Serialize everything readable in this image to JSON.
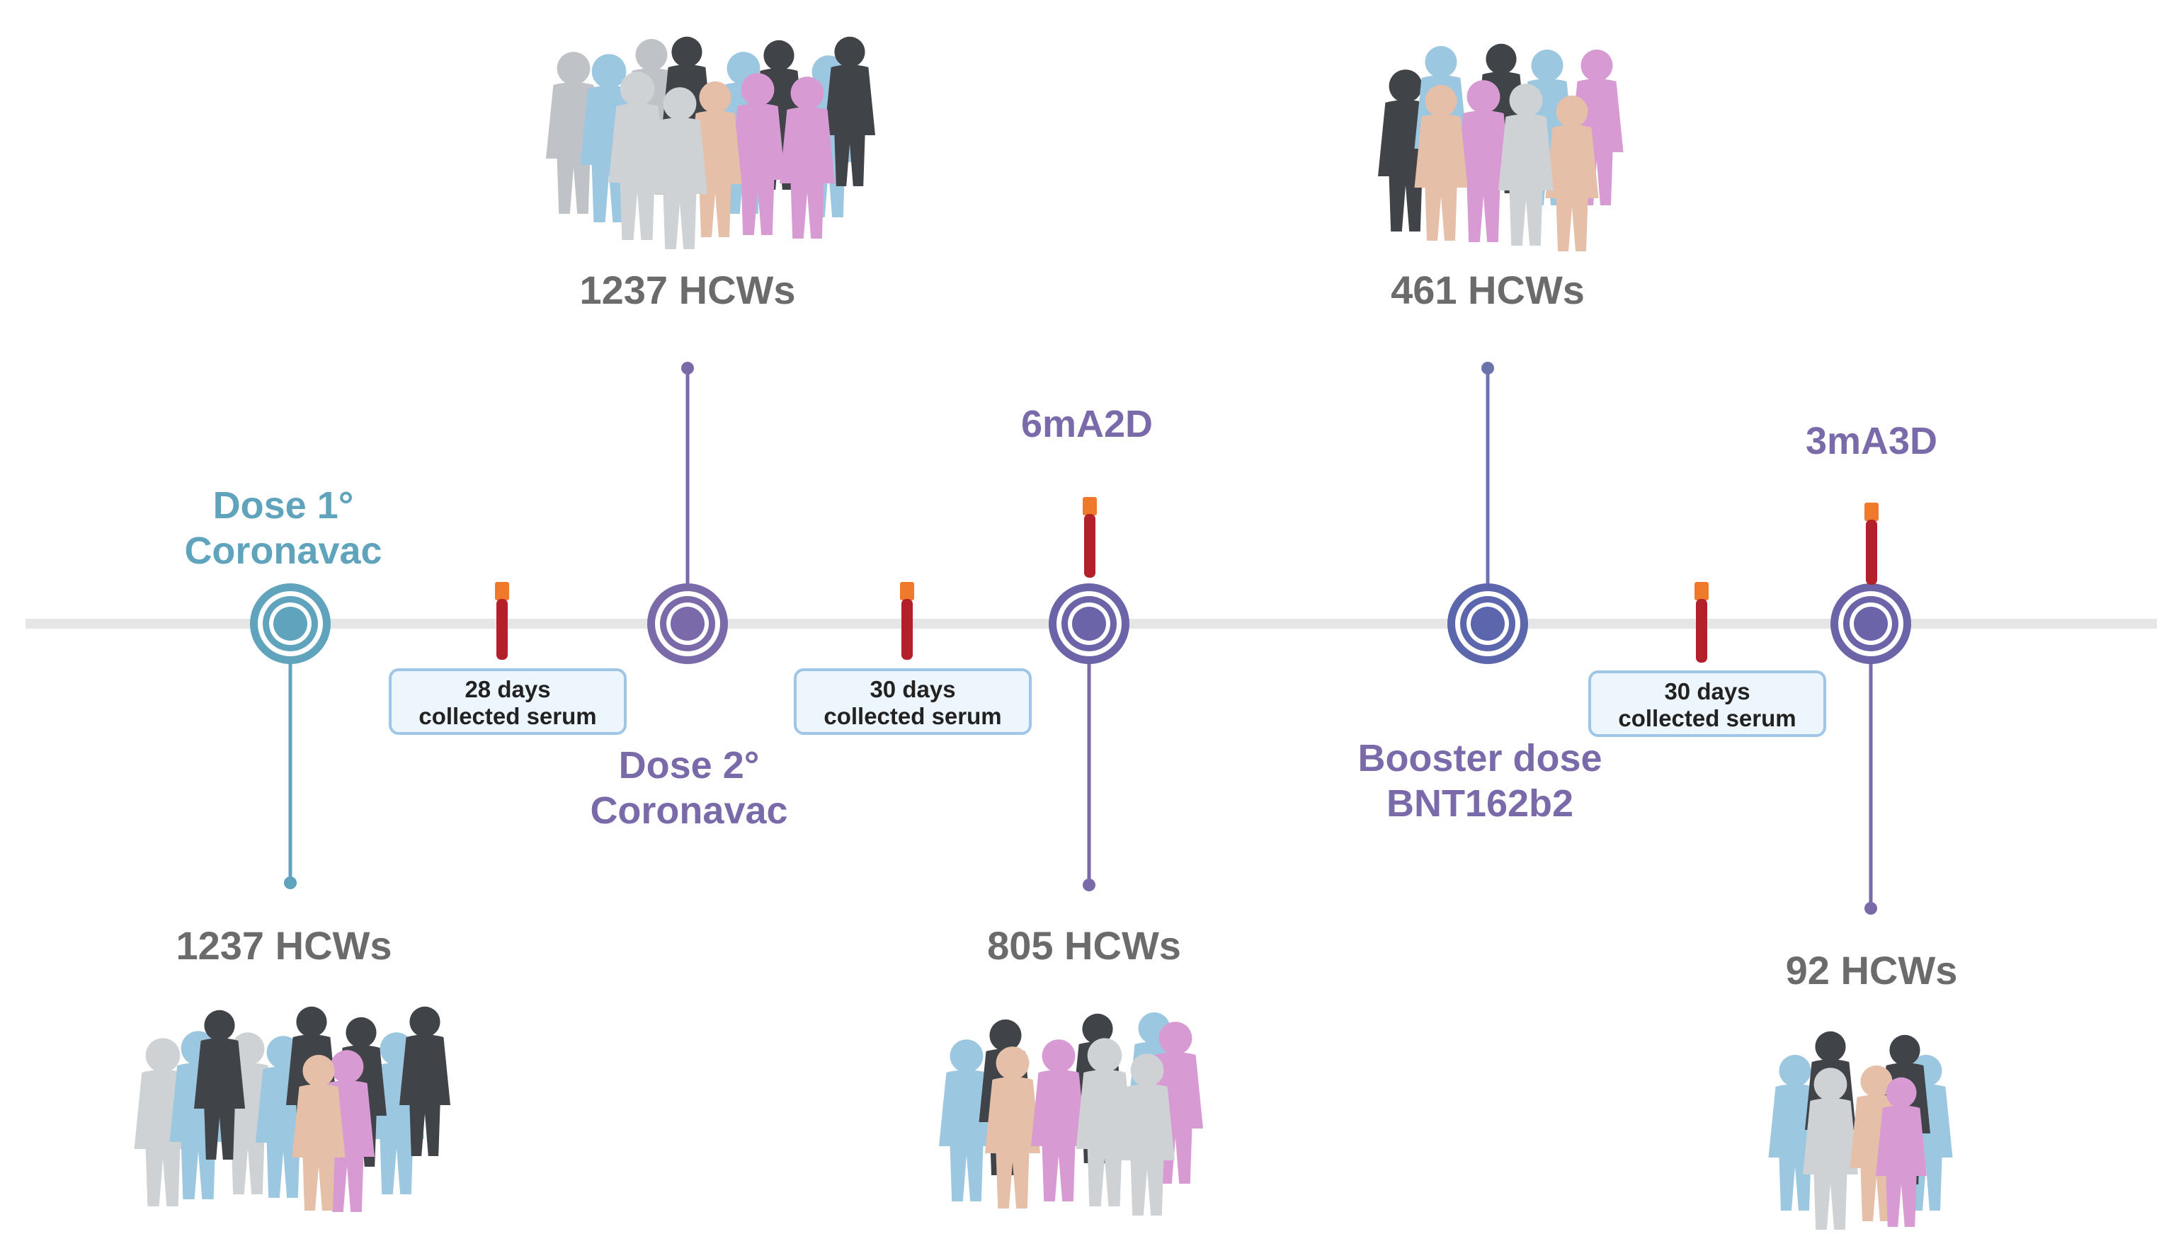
{
  "colors": {
    "teal": "#5fa3bd",
    "purple": "#7b6aa9",
    "grey_text": "#6b6b6b",
    "timeline": "#e6e6e6",
    "tube_red": "#b4202a",
    "tube_cap": "#f07a2c",
    "box_border": "#9fc6e6",
    "box_fill": "#eef6fd"
  },
  "events": [
    {
      "id": "dose1",
      "label_line1": "Dose 1°",
      "label_line2": "Coronavac",
      "hcw": "1237 HCWs",
      "color": "teal",
      "icon": "healthcare-workers-group-icon"
    },
    {
      "id": "dose2",
      "label_line1": "Dose 2°",
      "label_line2": "Coronavac",
      "hcw": "1237 HCWs",
      "color": "purple",
      "icon": "healthcare-workers-group-icon"
    },
    {
      "id": "6mA2D",
      "label": "6mA2D",
      "hcw": "805 HCWs",
      "color": "purple",
      "icon": "blood-tube-icon"
    },
    {
      "id": "booster",
      "label_line1": "Booster dose",
      "label_line2": "BNT162b2",
      "hcw": "461 HCWs",
      "color": "purple",
      "icon": "healthcare-workers-group-icon"
    },
    {
      "id": "3mA3D",
      "label": "3mA3D",
      "hcw": "92 HCWs",
      "color": "purple",
      "icon": "blood-tube-icon"
    }
  ],
  "intervals": [
    {
      "days": "28 days",
      "text": "collected serum"
    },
    {
      "days": "30 days",
      "text": "collected serum"
    },
    {
      "days": "30 days",
      "text": "collected serum"
    }
  ]
}
